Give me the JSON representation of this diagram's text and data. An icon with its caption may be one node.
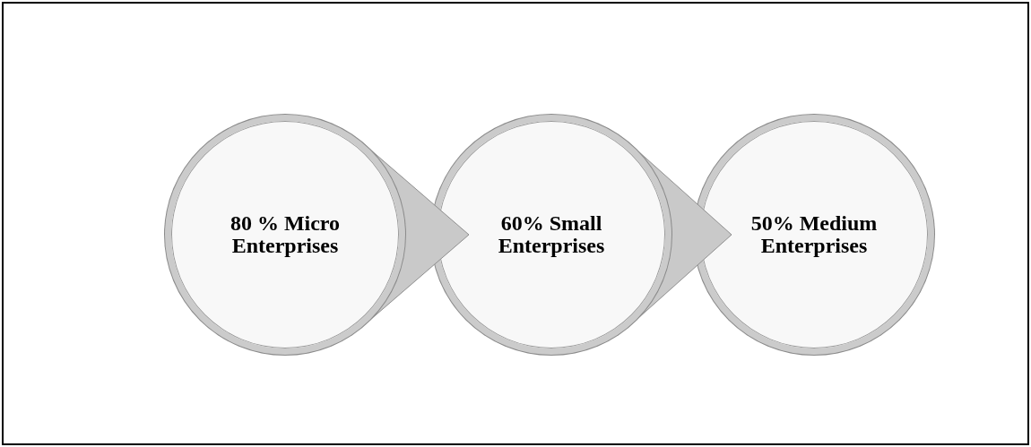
{
  "diagram": {
    "nodes": [
      {
        "text": [
          "80 % Micro Enterprises"
        ]
      },
      {
        "text": [
          "60% Small Enterprises"
        ]
      },
      {
        "text": [
          "50% Medium Enterprises"
        ]
      }
    ],
    "edges": [
      {
        "from": 0,
        "to": 1,
        "arrow": "to"
      },
      {
        "from": 1,
        "to": 2,
        "arrow": "to"
      }
    ]
  }
}
